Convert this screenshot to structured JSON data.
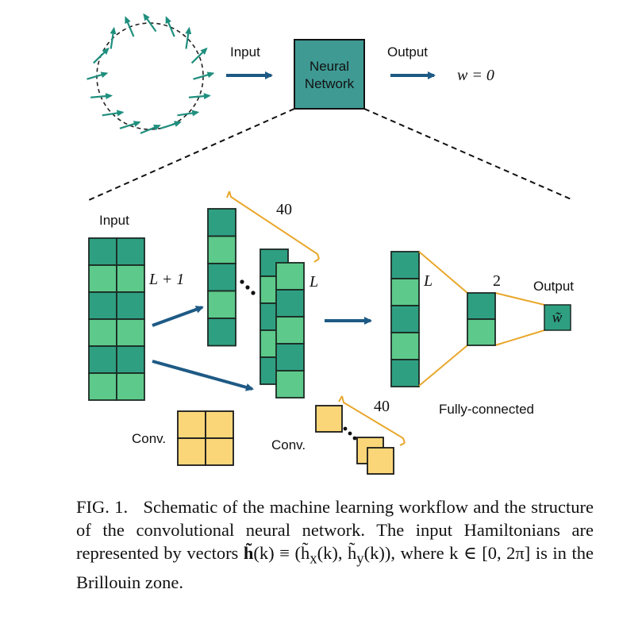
{
  "diagram": {
    "colors": {
      "network_box": "#3f9a94",
      "arrow": "#1e5a85",
      "cell_dark": "#2f9f82",
      "cell_light": "#5dc98a",
      "cell_border": "#1a2a22",
      "yellow": "#fbd679",
      "bracket": "#e8a72b",
      "vector_arrow": "#1f8f7e"
    },
    "top": {
      "input_label": "Input",
      "network_label_line1": "Neural",
      "network_label_line2": "Network",
      "output_label": "Output",
      "winding_output": "w = 0"
    },
    "detail": {
      "input_label": "Input",
      "input_size_label": "L + 1",
      "channels_label_1": "40",
      "feature_size_label": "L",
      "dense_size_label": "L",
      "dense_out_label": "2",
      "output_label": "Output",
      "output_symbol": "w̃",
      "conv1_label": "Conv.",
      "conv2_label": "Conv.",
      "channels_label_2": "40",
      "fc_label": "Fully-connected"
    }
  },
  "caption": {
    "fig_label": "FIG. 1.",
    "text_part1": "Schematic of the machine learning workflow and the structure of the convolutional neural network. The input Hamiltonians are represented by vectors ",
    "vector_symbol": "h̃",
    "text_part2": "(k) ≡ (h̃",
    "sub_x": "x",
    "text_part3": "(k), h̃",
    "sub_y": "y",
    "text_part4": "(k)), where k ∈ [0, 2π] is in the Brillouin zone."
  }
}
